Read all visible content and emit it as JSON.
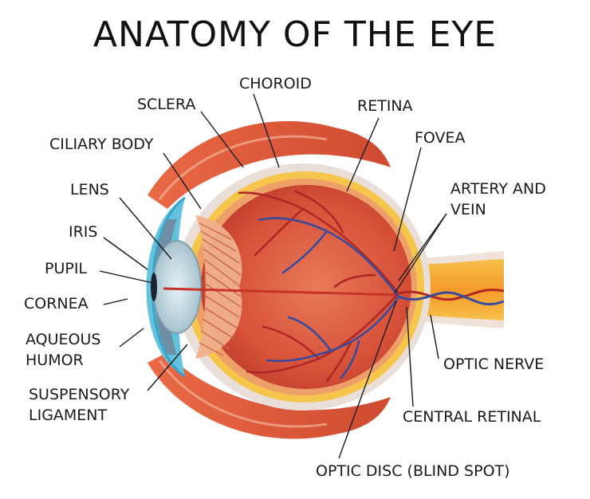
{
  "title": "ANATOMY OF THE EYE",
  "labels": {
    "choroid": "CHOROID",
    "sclera": "SCLERA",
    "retina": "RETINA",
    "ciliary_body": "CILIARY BODY",
    "fovea": "FOVEA",
    "lens": "LENS",
    "artery_vein_1": "ARTERY AND",
    "artery_vein_2": "VEIN",
    "iris": "IRIS",
    "pupil": "PUPIL",
    "cornea": "CORNEA",
    "aqueous_1": "AQUEOUS",
    "aqueous_2": "HUMOR",
    "optic_nerve": "OPTIC NERVE",
    "suspensory_1": "SUSPENSORY",
    "suspensory_2": "LIGAMENT",
    "central_retinal": "CENTRAL RETINAL",
    "optic_disc": "OPTIC DISC (BLIND SPOT)"
  },
  "colors": {
    "muscle": "#e0583a",
    "muscle_dark": "#c2402a",
    "sclera": "#e7ddd6",
    "choroid": "#f6c64e",
    "retina": "#ec8a4c",
    "vitreous": "#d9543c",
    "cornea": "#5fc0dc",
    "iris": "#6f8fa4",
    "optic_nerve": "#f3a72e",
    "artery": "#b8292a",
    "vein": "#3b4c9c"
  }
}
